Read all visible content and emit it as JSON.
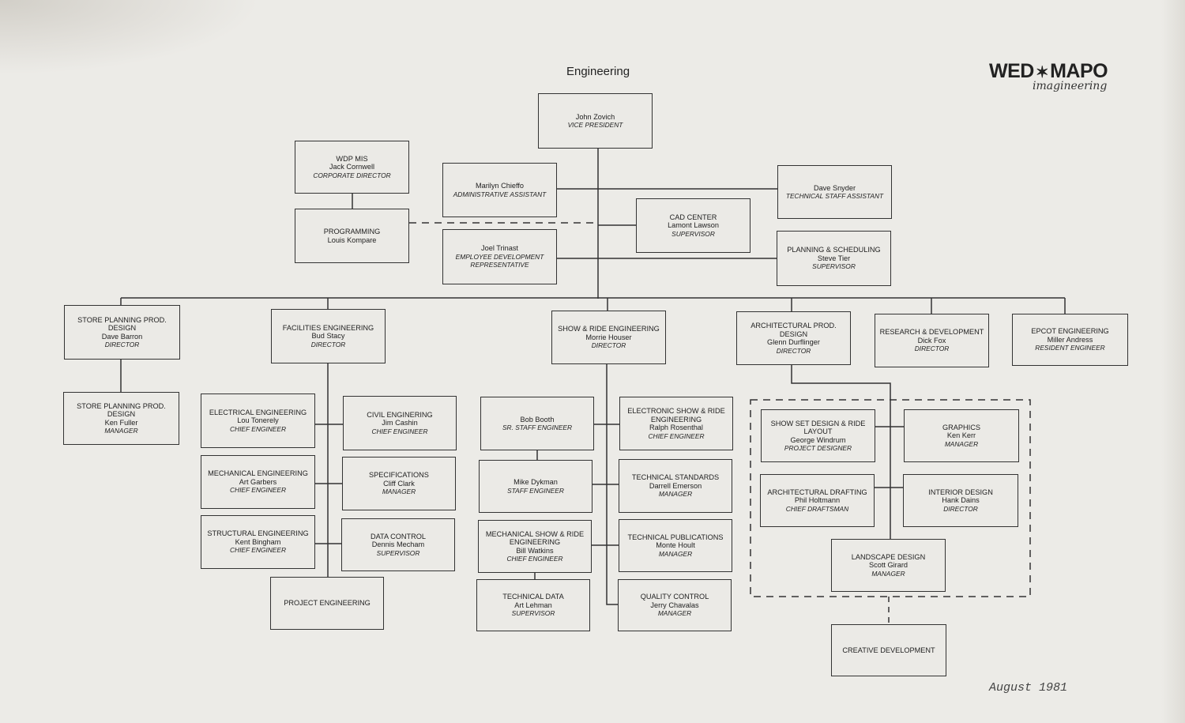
{
  "header": {
    "title": "Engineering",
    "logo_main": "WED MAPO",
    "logo_sub": "imagineering",
    "date": "August 1981"
  },
  "boxes": {
    "vp": {
      "name": "John Zovich",
      "title": "VICE PRESIDENT"
    },
    "wdp": {
      "unit": "WDP MIS",
      "name": "Jack Cornwell",
      "title": "CORPORATE DIRECTOR"
    },
    "prog": {
      "unit": "PROGRAMMING",
      "name": "Louis Kompare"
    },
    "marilyn": {
      "name": "Marilyn Chieffo",
      "title": "ADMINISTRATIVE ASSISTANT"
    },
    "joel": {
      "name": "Joel Trinast",
      "title": "EMPLOYEE DEVELOPMENT REPRESENTATIVE"
    },
    "cad": {
      "unit": "CAD CENTER",
      "name": "Lamont Lawson",
      "title": "SUPERVISOR"
    },
    "snyder": {
      "name": "Dave Snyder",
      "title": "TECHNICAL STAFF ASSISTANT"
    },
    "planning": {
      "unit": "PLANNING & SCHEDULING",
      "name": "Steve Tier",
      "title": "SUPERVISOR"
    },
    "store1": {
      "unit": "STORE PLANNING PROD. DESIGN",
      "name": "Dave Barron",
      "title": "DIRECTOR"
    },
    "facilities": {
      "unit": "FACILITIES ENGINEERING",
      "name": "Bud Stacy",
      "title": "DIRECTOR"
    },
    "show": {
      "unit": "SHOW & RIDE ENGINEERING",
      "name": "Morrie Houser",
      "title": "DIRECTOR"
    },
    "arch": {
      "unit": "ARCHITECTURAL PROD. DESIGN",
      "name": "Glenn Durflinger",
      "title": "DIRECTOR"
    },
    "rnd": {
      "unit": "RESEARCH & DEVELOPMENT",
      "name": "Dick Fox",
      "title": "DIRECTOR"
    },
    "epcot": {
      "unit": "EPCOT ENGINEERING",
      "name": "Miller Andress",
      "title": "RESIDENT ENGINEER"
    },
    "store2": {
      "unit": "STORE PLANNING PROD. DESIGN",
      "name": "Ken Fuller",
      "title": "MANAGER"
    },
    "elec": {
      "unit": "ELECTRICAL ENGINEERING",
      "name": "Lou Tonerely",
      "title": "CHIEF ENGINEER"
    },
    "civil": {
      "unit": "CIVIL ENGINERING",
      "name": "Jim Cashin",
      "title": "CHIEF ENGINEER"
    },
    "mech": {
      "unit": "MECHANICAL ENGINEERING",
      "name": "Art Garbers",
      "title": "CHIEF ENGINEER"
    },
    "spec": {
      "unit": "SPECIFICATIONS",
      "name": "Cliff Clark",
      "title": "MANAGER"
    },
    "struct": {
      "unit": "STRUCTURAL ENGINEERING",
      "name": "Kent Bingham",
      "title": "CHIEF ENGINEER"
    },
    "datactl": {
      "unit": "DATA CONTROL",
      "name": "Dennis Mecham",
      "title": "SUPERVISOR"
    },
    "projeng": {
      "unit": "PROJECT ENGINEERING"
    },
    "bob": {
      "name": "Bob Booth",
      "title": "SR. STAFF ENGINEER"
    },
    "esre": {
      "unit": "ELECTRONIC SHOW & RIDE ENGINEERING",
      "name": "Ralph Rosenthal",
      "title": "CHIEF ENGINEER"
    },
    "mike": {
      "name": "Mike Dykman",
      "title": "STAFF ENGINEER"
    },
    "techstd": {
      "unit": "TECHNICAL STANDARDS",
      "name": "Darrell Emerson",
      "title": "MANAGER"
    },
    "mshow": {
      "unit": "MECHANICAL SHOW & RIDE ENGINEERING",
      "name": "Bill Watkins",
      "title": "CHIEF ENGINEER"
    },
    "techpub": {
      "unit": "TECHNICAL PUBLICATIONS",
      "name": "Monte Hoult",
      "title": "MANAGER"
    },
    "techdata": {
      "unit": "TECHNICAL DATA",
      "name": "Art Lehman",
      "title": "SUPERVISOR"
    },
    "qc": {
      "unit": "QUALITY CONTROL",
      "name": "Jerry Chavalas",
      "title": "MANAGER"
    },
    "showset": {
      "unit": "SHOW SET DESIGN & RIDE LAYOUT",
      "name": "George Windrum",
      "title": "PROJECT DESIGNER"
    },
    "graphics": {
      "unit": "GRAPHICS",
      "name": "Ken Kerr",
      "title": "MANAGER"
    },
    "archdraft": {
      "unit": "ARCHITECTURAL DRAFTING",
      "name": "Phil Holtmann",
      "title": "CHIEF DRAFTSMAN"
    },
    "interior": {
      "unit": "INTERIOR DESIGN",
      "name": "Hank Dains",
      "title": "DIRECTOR"
    },
    "landscape": {
      "unit": "LANDSCAPE DESIGN",
      "name": "Scott Girard",
      "title": "MANAGER"
    },
    "creative": {
      "unit": "CREATIVE DEVELOPMENT"
    }
  }
}
